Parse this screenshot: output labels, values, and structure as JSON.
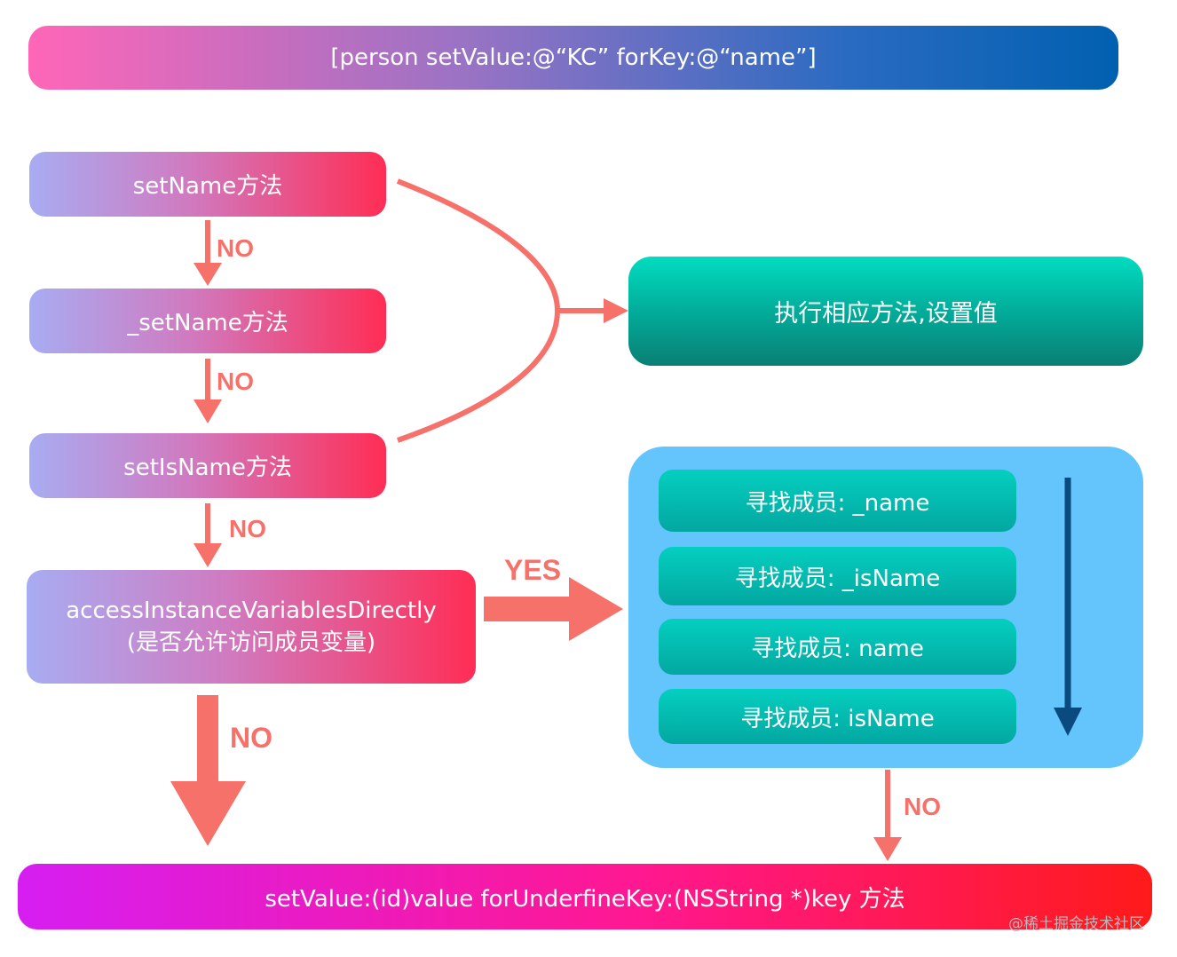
{
  "top_call": "[person setValue:@“KC” forKey:@“name”]",
  "steps": {
    "set_name": "setName方法",
    "underscore_set_name": "_setName方法",
    "set_is_name": "setIsName方法",
    "access_line1": "accessInstanceVariablesDirectly",
    "access_line2": "(是否允许访问成员变量)"
  },
  "execute": "执行相应方法,设置值",
  "members": [
    "寻找成员: _name",
    "寻找成员: _isName",
    "寻找成员: name",
    "寻找成员: isName"
  ],
  "labels": {
    "no": "NO",
    "yes": "YES"
  },
  "undefined_key": "setValue:(id)value forUnderfineKey:(NSString *)key 方法",
  "watermark": "@稀土掘金技术社区",
  "colors": {
    "arrow": "#f7716b",
    "panel": "#63c5fb",
    "down_arrow": "#0a4a7e"
  }
}
